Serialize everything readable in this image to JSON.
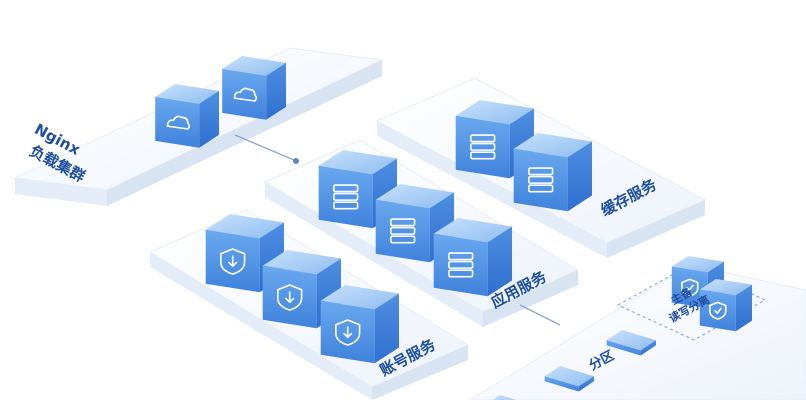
{
  "nginx": {
    "line1": "Nginx",
    "line2": "负载集群"
  },
  "cache": {
    "label": "缓存服务"
  },
  "app": {
    "label": "应用服务"
  },
  "account": {
    "label": "账号服务"
  },
  "partition": {
    "label": "分区",
    "dashed_note_line1": "主备",
    "dashed_note_line2": "读写分离"
  },
  "colors": {
    "platform_top": "#f4f7fc",
    "platform_side": "#e1e9f5",
    "cube_top": "#a9d0f7",
    "cube_left": "#5a9ae6",
    "cube_right": "#3d7fd8",
    "label": "#1d4f9e",
    "connector": "#8aa6d0"
  },
  "icons": {
    "nginx_cubes": "cloud-icon",
    "cache_cubes": "database-stack-icon",
    "app_cubes": "server-rack-icon",
    "account_cubes": "shield-download-icon",
    "partition_cubes": "shield-check-icon"
  }
}
